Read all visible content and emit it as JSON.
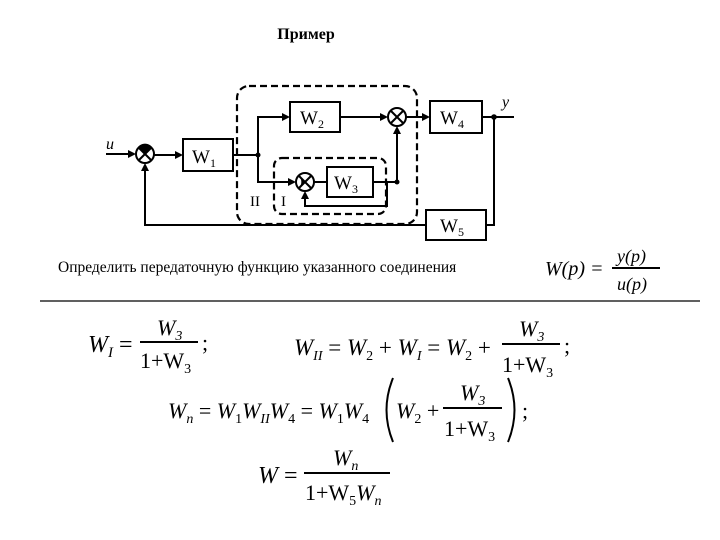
{
  "title": "Пример",
  "task": "Определить передаточную функцию указанного соединения",
  "diagram": {
    "input": "u",
    "output": "y",
    "blocks": [
      {
        "base": "W",
        "sub": "1"
      },
      {
        "base": "W",
        "sub": "2"
      },
      {
        "base": "W",
        "sub": "3"
      },
      {
        "base": "W",
        "sub": "4"
      },
      {
        "base": "W",
        "sub": "5"
      }
    ],
    "region_outer": "II",
    "region_inner": "I"
  },
  "formulas": {
    "definition": {
      "lhs": "W(p) =",
      "num": "y(p)",
      "den": "u(p)"
    },
    "f1": {
      "lhs_base": "W",
      "lhs_sub": "I",
      "num_base": "W",
      "num_sub": "3",
      "den_text": "1+W",
      "den_sub": "3",
      "end": ";"
    },
    "f2": {
      "lhs_base": "W",
      "lhs_sub": "II",
      "t1": "W",
      "t1_sub": "2",
      "t2": "W",
      "t2_sub": "I",
      "t3": "W",
      "t3_sub": "2",
      "num_base": "W",
      "num_sub": "3",
      "den_text": "1+W",
      "den_sub": "3",
      "end": ";"
    },
    "f3": {
      "lhs_base": "W",
      "lhs_sub": "n",
      "p1": "W",
      "p1_sub": "1",
      "p2": "W",
      "p2_sub": "II",
      "p3": "W",
      "p3_sub": "4",
      "q1": "W",
      "q1_sub": "1",
      "q2": "W",
      "q2_sub": "4",
      "r1": "W",
      "r1_sub": "2",
      "num_base": "W",
      "num_sub": "3",
      "den_text": "1+W",
      "den_sub": "3",
      "end": ";"
    },
    "f4": {
      "lhs": "W",
      "num_base": "W",
      "num_sub": "n",
      "den_text": "1+W",
      "den_sub1": "5",
      "den_base2": "W",
      "den_sub2": "n"
    }
  }
}
